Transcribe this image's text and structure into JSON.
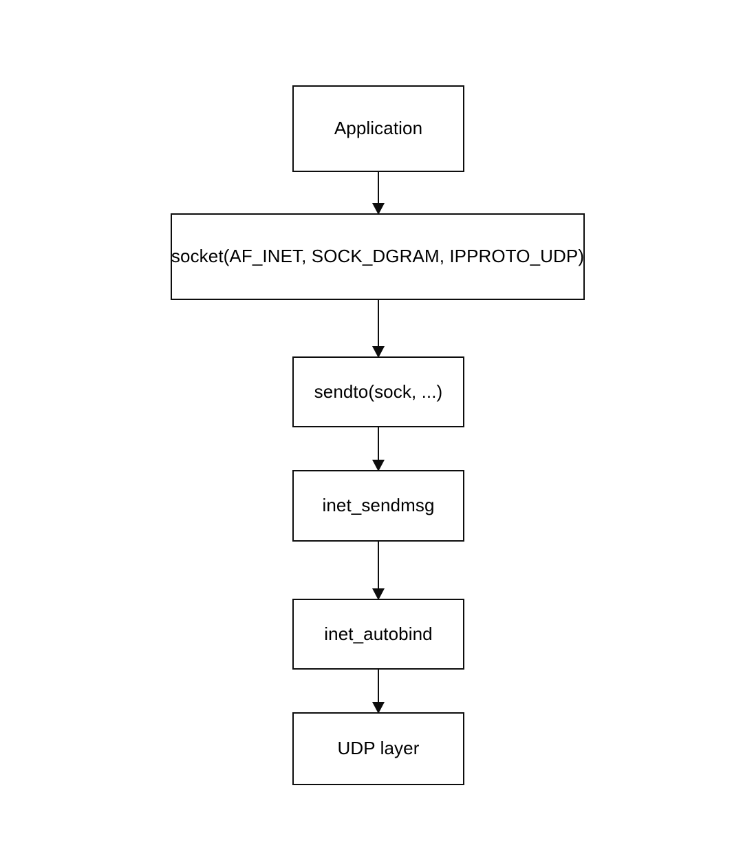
{
  "diagram": {
    "type": "flowchart",
    "orientation": "top-to-bottom",
    "background_color": "#ffffff",
    "stroke_color": "#0d0d0d",
    "text_color": "#000000",
    "nodes": [
      {
        "id": "application",
        "label": "Application"
      },
      {
        "id": "socket_call",
        "label": "socket(AF_INET, SOCK_DGRAM, IPPROTO_UDP)"
      },
      {
        "id": "sendto",
        "label": "sendto(sock, ...)"
      },
      {
        "id": "inet_sendmsg",
        "label": "inet_sendmsg"
      },
      {
        "id": "inet_autobind",
        "label": "inet_autobind"
      },
      {
        "id": "udp_layer",
        "label": "UDP layer"
      }
    ],
    "edges": [
      {
        "id": "edge-1",
        "from": "application",
        "to": "socket_call",
        "arrow": "arrow-down-icon"
      },
      {
        "id": "edge-2",
        "from": "socket_call",
        "to": "sendto",
        "arrow": "arrow-down-icon"
      },
      {
        "id": "edge-3",
        "from": "sendto",
        "to": "inet_sendmsg",
        "arrow": "arrow-down-icon"
      },
      {
        "id": "edge-4",
        "from": "inet_sendmsg",
        "to": "inet_autobind",
        "arrow": "arrow-down-icon"
      },
      {
        "id": "edge-5",
        "from": "inet_autobind",
        "to": "udp_layer",
        "arrow": "arrow-down-icon"
      }
    ]
  }
}
